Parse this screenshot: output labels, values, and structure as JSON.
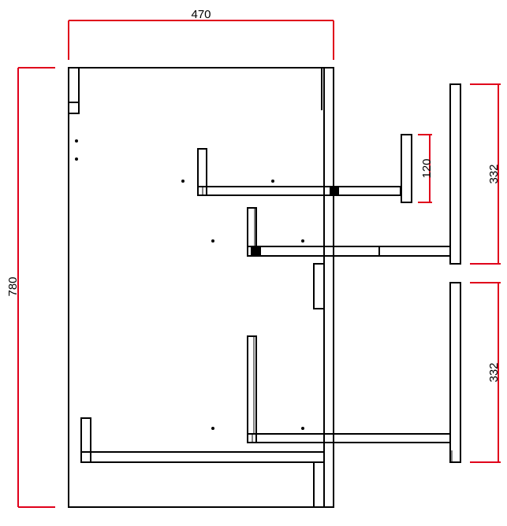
{
  "dimensions": {
    "overall_width": "470",
    "overall_height": "780",
    "drawer_front_height": "120",
    "door_upper_height": "332",
    "door_lower_height": "332"
  },
  "colors": {
    "dimension_line": "#e0001b",
    "outline": "#000000",
    "background": "#ffffff"
  }
}
